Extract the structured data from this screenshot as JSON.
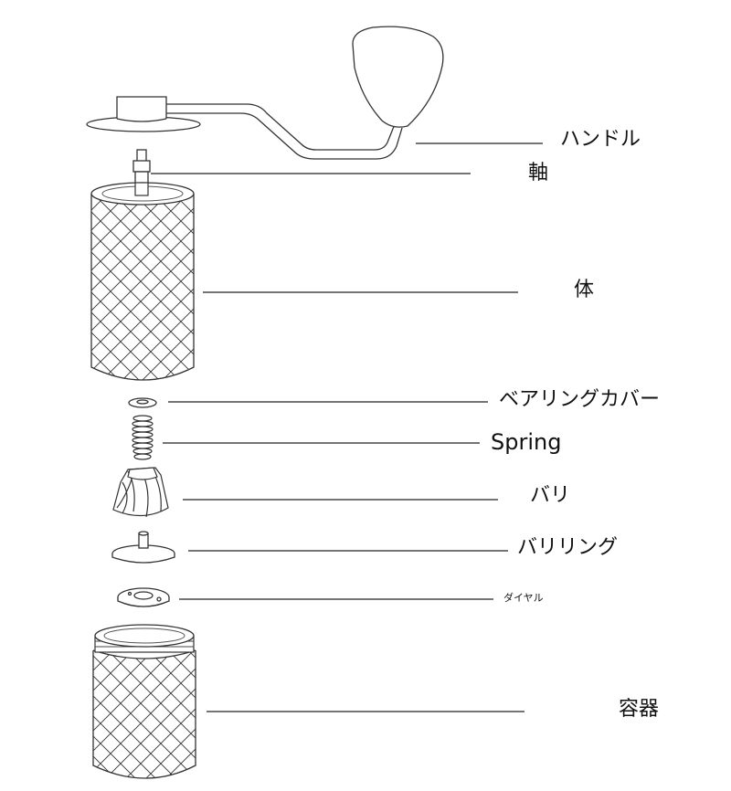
{
  "diagram": {
    "labels": {
      "handle": "ハンドル",
      "shaft": "軸",
      "body": "体",
      "bearing_cover": "ベアリングカバー",
      "spring": "Spring",
      "burr": "バリ",
      "burr_ring": "バリリング",
      "dial": "ダイヤル",
      "container": "容器"
    },
    "colors": {
      "stroke": "#333333",
      "leader": "#222222",
      "text": "#111111",
      "background": "#ffffff"
    }
  }
}
